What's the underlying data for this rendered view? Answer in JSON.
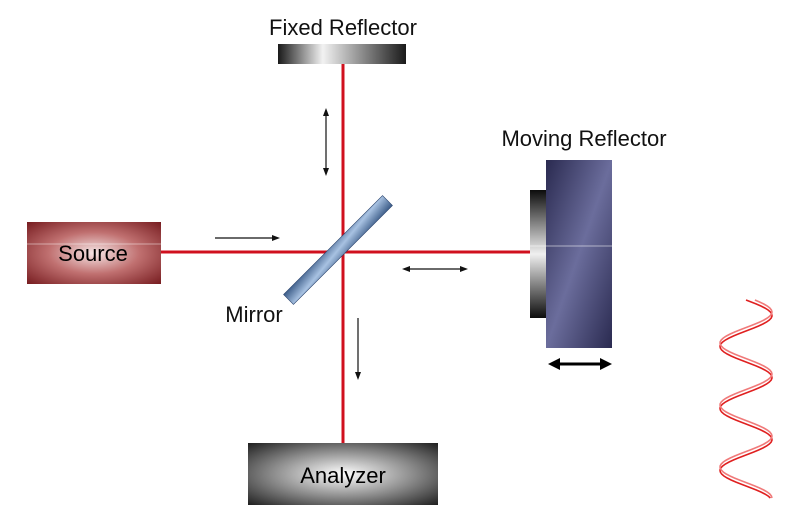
{
  "labels": {
    "fixed_reflector": "Fixed Reflector",
    "moving_reflector": "Moving Reflector",
    "source": "Source",
    "mirror": "Mirror",
    "analyzer": "Analyzer"
  },
  "colors": {
    "beam": "#d0101e",
    "source_edge": "#6e1216",
    "source_center": "#f4e2e2",
    "mirror_fill": "#7c9cc4",
    "moving_body_dark": "#2c2c52",
    "moving_body_light": "#6a6c9a",
    "wave": "#e02020"
  }
}
